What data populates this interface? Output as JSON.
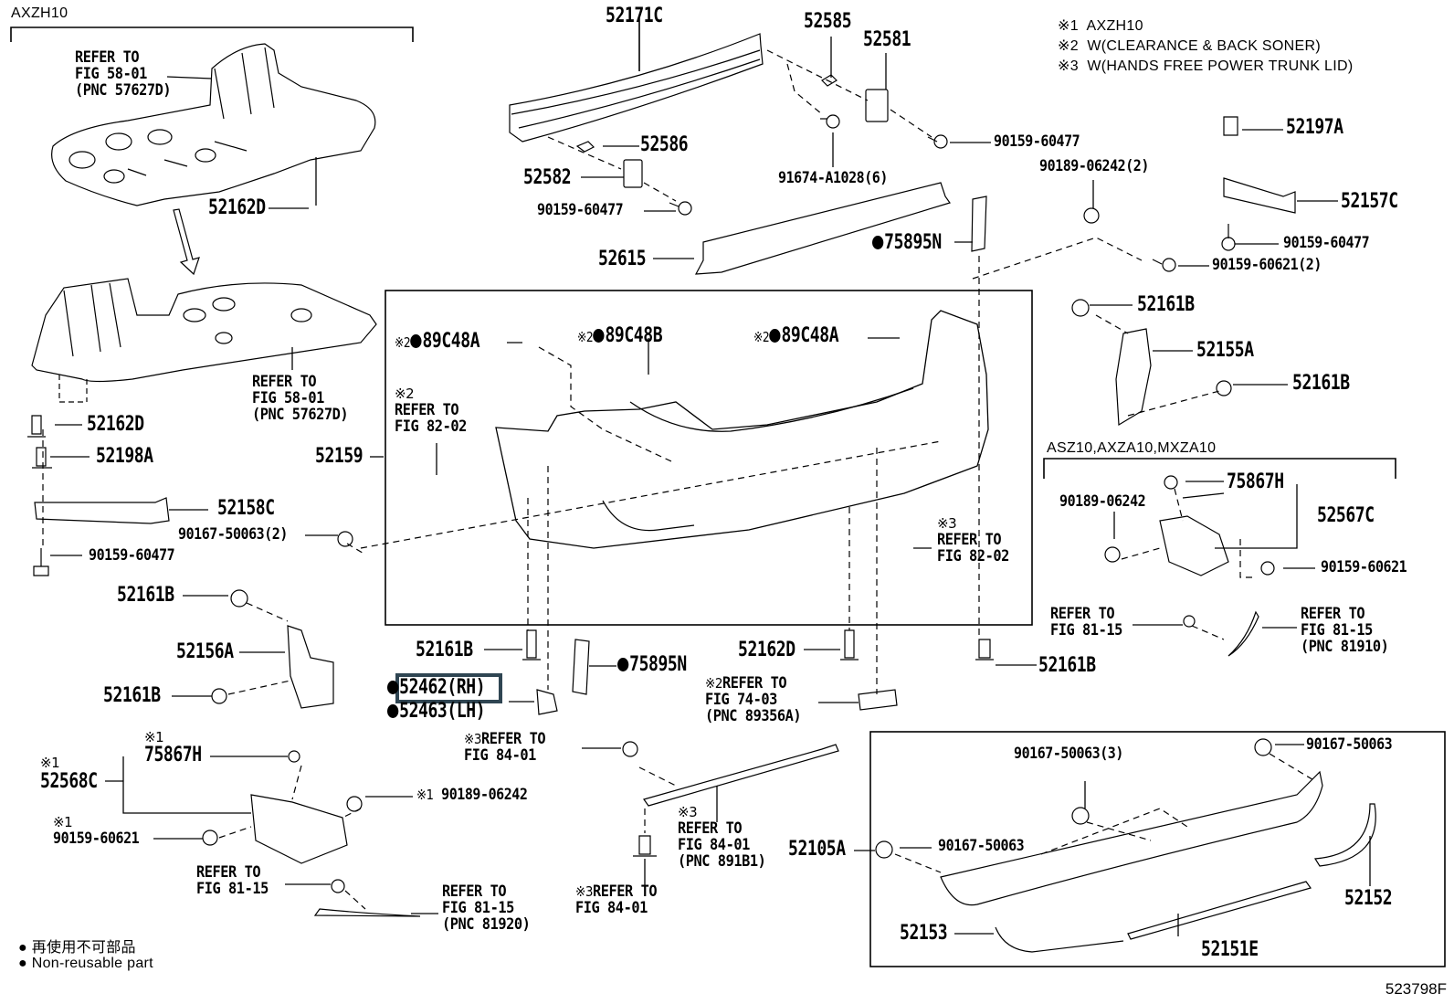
{
  "diagram": {
    "figure_id": "523798F",
    "notes": [
      {
        "mark": "※1",
        "text": "AXZH10"
      },
      {
        "mark": "※2",
        "text": "W(CLEARANCE & BACK SONER)"
      },
      {
        "mark": "※3",
        "text": "W(HANDS FREE POWER TRUNK LID)"
      }
    ],
    "group_labels": {
      "axzh10": "AXZH10",
      "asz10": "ASZ10,AXZA10,MXZA10"
    },
    "legend": [
      {
        "symbol": "●",
        "text": "再使用不可部品"
      },
      {
        "symbol": "●",
        "text": "Non-reusable part"
      }
    ],
    "highlighted_part": "52462(RH)",
    "colors": {
      "highlight_border": "#2f4552",
      "line": "#000000",
      "background": "#ffffff"
    },
    "labels": {
      "p52171C": "52171C",
      "p52585": "52585",
      "p52581": "52581",
      "p90159_60477_a": "90159-60477",
      "p52197A": "52197A",
      "p52586": "52586",
      "p52582": "52582",
      "p90159_60477_b": "90159-60477",
      "p91674": "91674-A1028(6)",
      "p90189_06242_2": "90189-06242(2)",
      "p52157C": "52157C",
      "p90159_60477_c": "90159-60477",
      "p90159_60621_2": "90159-60621(2)",
      "p52615": "52615",
      "p75895N_top": "75895N",
      "p52161B_r1": "52161B",
      "p52155A": "52155A",
      "p52161B_r2": "52161B",
      "p89C48A_l": "89C48A",
      "p89C48B": "89C48B",
      "p89C48A_r": "89C48A",
      "ref_82_02_l": "REFER TO\nFIG 82-02",
      "ref_82_02_r": "REFER TO\nFIG 82-02",
      "p52159": "52159",
      "ref_58_01_top": "REFER TO\nFIG 58-01\n(PNC 57627D)",
      "ref_58_01_mid": "REFER TO\nFIG 58-01\n(PNC 57627D)",
      "p52162D_top": "52162D",
      "p52162D_l": "52162D",
      "p52198A": "52198A",
      "p52158C": "52158C",
      "p90167_50063_2": "90167-50063(2)",
      "p90159_60477_d": "90159-60477",
      "p52161B_l1": "52161B",
      "p52156A": "52156A",
      "p52161B_l2": "52161B",
      "p75867H_r": "75867H",
      "p90189_06242_r": "90189-06242",
      "p52567C": "52567C",
      "p90159_60621_r": "90159-60621",
      "ref_81_15_r1": "REFER TO\nFIG 81-15",
      "ref_81_15_r2": "REFER TO\nFIG 81-15\n(PNC 81910)",
      "p52161B_c": "52161B",
      "p75895N_c": "75895N",
      "p52162D_c": "52162D",
      "p52161B_rc": "52161B",
      "p52462": "52462(RH)",
      "p52463": "52463(LH)",
      "ref_74_03": "REFER TO\nFIG 74-03\n(PNC 89356A)",
      "ref_84_01_a": "REFER TO\nFIG 84-01",
      "ref_84_01_b": "REFER TO\nFIG 84-01\n(PNC 891B1)",
      "ref_84_01_c": "REFER TO\nFIG 84-01",
      "p75867H_l": "75867H",
      "p52568C": "52568C",
      "p90189_06242_l": "90189-06242",
      "p90159_60621_l": "90159-60621",
      "ref_81_15_l1": "REFER TO\nFIG 81-15",
      "ref_81_15_l2": "REFER TO\nFIG 81-15\n(PNC 81920)",
      "p90167_50063_3": "90167-50063(3)",
      "p90167_50063_tr": "90167-50063",
      "p90167_50063_ml": "90167-50063",
      "p52105A": "52105A",
      "p52152": "52152",
      "p52153": "52153",
      "p52151E": "52151E"
    },
    "marks": {
      "m1": "※1",
      "m2": "※2",
      "m3": "※3"
    }
  }
}
